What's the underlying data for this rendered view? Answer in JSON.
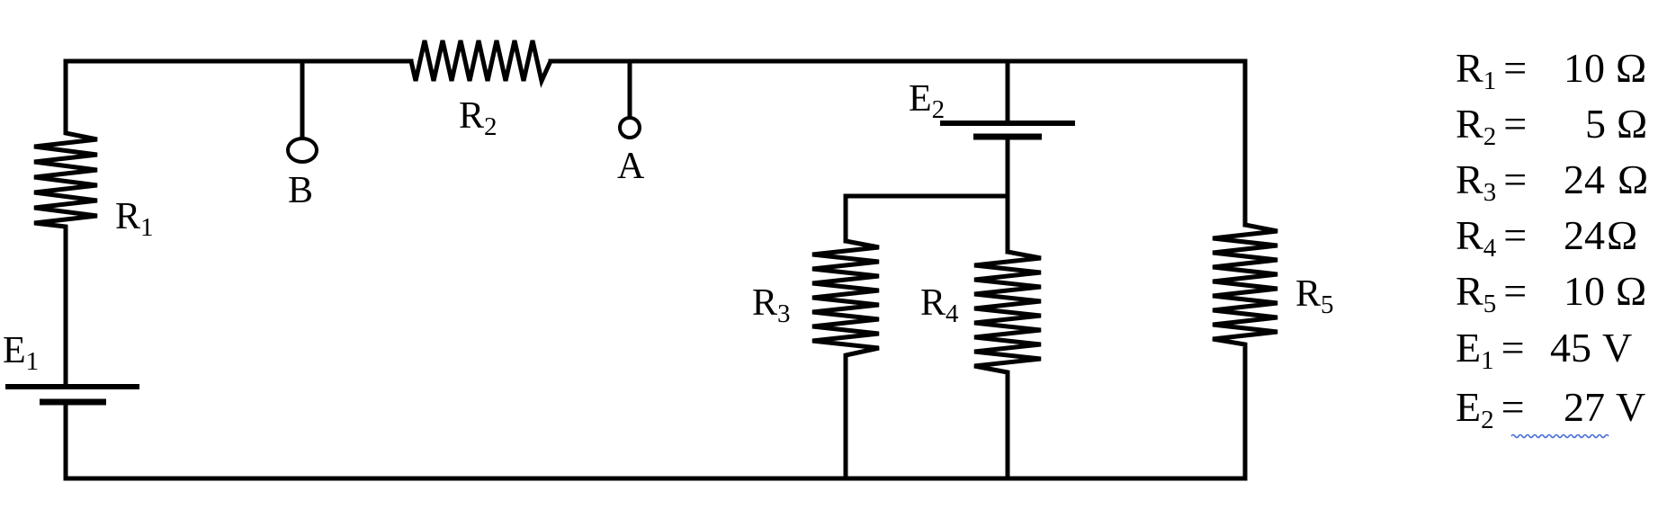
{
  "diagram": {
    "components": [
      {
        "id": "R1",
        "letter": "R",
        "index": "1",
        "kind": "resistor"
      },
      {
        "id": "R2",
        "letter": "R",
        "index": "2",
        "kind": "resistor"
      },
      {
        "id": "R3",
        "letter": "R",
        "index": "3",
        "kind": "resistor"
      },
      {
        "id": "R4",
        "letter": "R",
        "index": "4",
        "kind": "resistor"
      },
      {
        "id": "R5",
        "letter": "R",
        "index": "5",
        "kind": "resistor"
      },
      {
        "id": "E1",
        "letter": "E",
        "index": "1",
        "kind": "battery"
      },
      {
        "id": "E2",
        "letter": "E",
        "index": "2",
        "kind": "battery"
      }
    ],
    "terminals": [
      {
        "id": "A",
        "label": "A"
      },
      {
        "id": "B",
        "label": "B"
      }
    ]
  },
  "values": [
    {
      "letter": "R",
      "index": "1",
      "eq": "=",
      "value": "10",
      "unit": "Ω"
    },
    {
      "letter": "R",
      "index": "2",
      "eq": "=",
      "value": "5",
      "unit": "Ω"
    },
    {
      "letter": "R",
      "index": "3",
      "eq": "=",
      "value": "24",
      "unit": "Ω"
    },
    {
      "letter": "R",
      "index": "4",
      "eq": "=",
      "value": "24",
      "unit": "Ω"
    },
    {
      "letter": "R",
      "index": "5",
      "eq": "=",
      "value": "10",
      "unit": "Ω"
    },
    {
      "letter": "E",
      "index": "1",
      "eq": "=",
      "value": "45",
      "unit": "V"
    },
    {
      "letter": "E",
      "index": "2",
      "eq": "=",
      "value": "27",
      "unit": "V"
    }
  ]
}
